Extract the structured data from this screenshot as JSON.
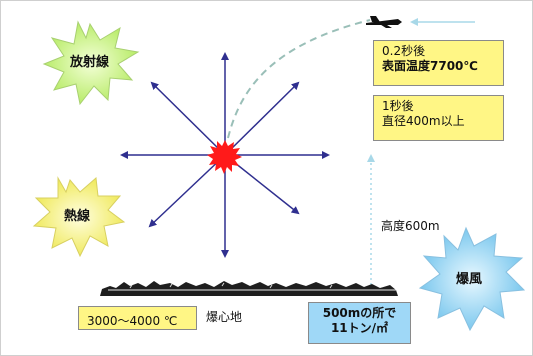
{
  "radiation_label": "放射線",
  "heat_label": "熱線",
  "blast_label": "爆風",
  "box1": {
    "line1": "0.2秒後",
    "line2": "表面温度7700℃"
  },
  "box2": {
    "line1": "1秒後",
    "line2": "直径400m以上"
  },
  "altitude_label": "高度600m",
  "hypocenter_temp": "3000〜4000 ℃",
  "hypocenter_label": "爆心地",
  "blast_box": {
    "line1": "500mの所で",
    "line2": "11トン/㎡"
  },
  "colors": {
    "arrow": "#2f2f8f",
    "fireball": "#ff1a1a",
    "starburst_green": "#c8f27a",
    "starburst_yellow": "#f5f07a",
    "starburst_blue": "#8ad0f0",
    "box_yellow": "#fff685",
    "box_blue": "#9fd8f7"
  },
  "icons": [
    "bomber-plane-icon",
    "fireball-icon",
    "starburst-icon",
    "city-skyline-icon"
  ]
}
